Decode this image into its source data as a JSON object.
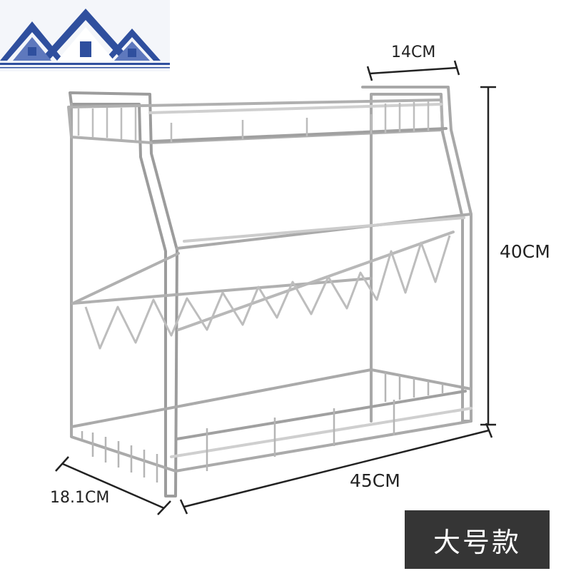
{
  "dimensions": {
    "width_label": "14CM",
    "height_label": "40CM",
    "length_label": "45CM",
    "depth_label": "18.1CM"
  },
  "variant_badge": "大号款",
  "colors": {
    "logo_blue": "#2f4f9e",
    "badge_bg": "#353535",
    "chrome": "#c8c8c8",
    "chrome_dark": "#8a8a8a"
  }
}
